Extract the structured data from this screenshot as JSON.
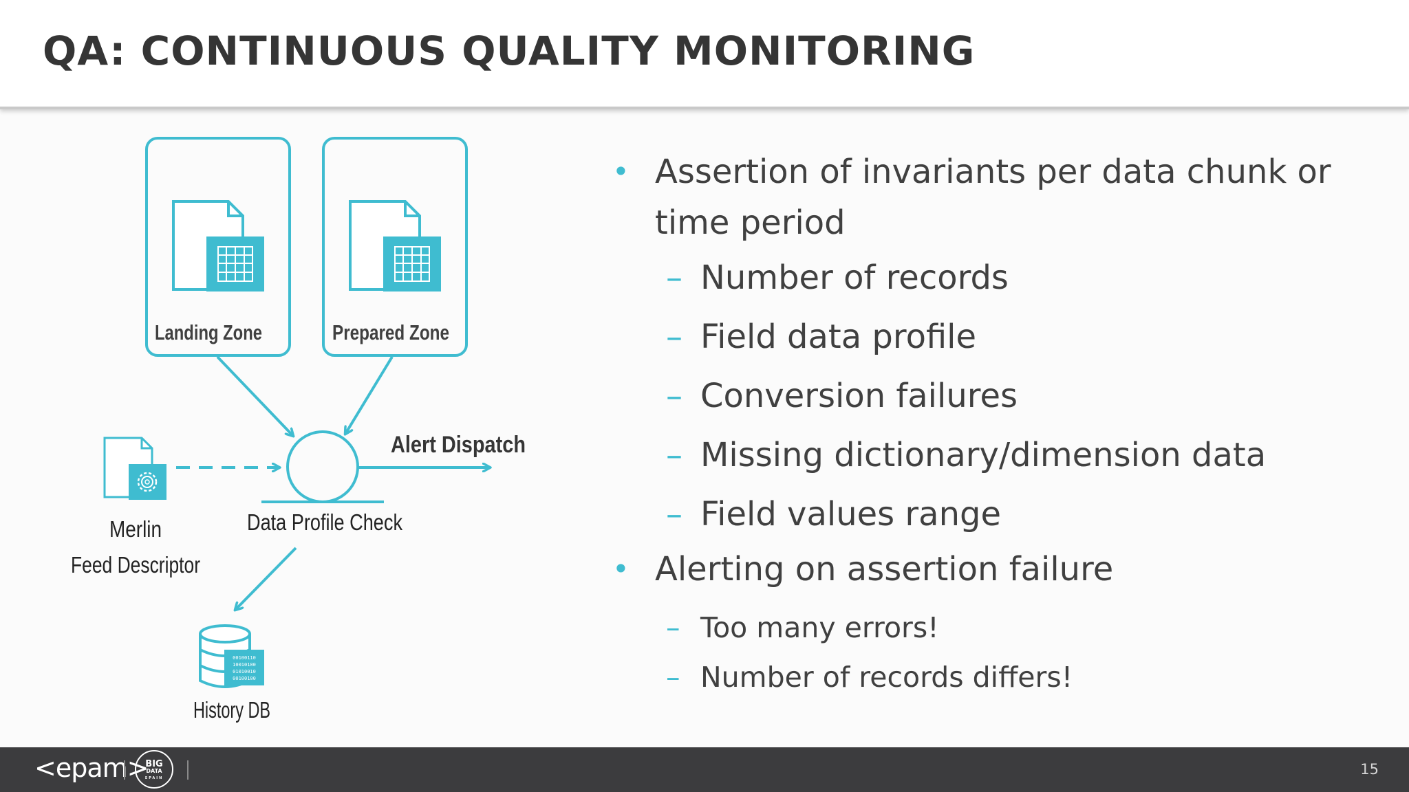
{
  "slide": {
    "title": "QA: CONTINUOUS QUALITY MONITORING",
    "page_number": "15"
  },
  "diagram": {
    "landing_zone": "Landing Zone",
    "prepared_zone": "Prepared Zone",
    "merlin_line1": "Merlin",
    "merlin_line2": "Feed Descriptor",
    "data_profile_check": "Data Profile Check",
    "alert_dispatch": "Alert Dispatch",
    "history_db": "History DB",
    "binary_lines": [
      "00100110",
      "10010100",
      "01010010",
      "00100100"
    ]
  },
  "bullets": [
    {
      "level": 1,
      "text": "Assertion of invariants per data chunk or time period",
      "line1": "Assertion of invariants per data chunk or",
      "line2": "time period"
    },
    {
      "level": 2,
      "text": "Number of records"
    },
    {
      "level": 2,
      "text": "Field data profile"
    },
    {
      "level": 2,
      "text": "Conversion failures"
    },
    {
      "level": 2,
      "text": "Missing dictionary/dimension data"
    },
    {
      "level": 2,
      "text": "Field values range"
    },
    {
      "level": 1,
      "text": "Alerting on assertion failure"
    },
    {
      "level": 3,
      "text": "Too many errors!"
    },
    {
      "level": 3,
      "text": "Number of records differs!"
    }
  ],
  "footer": {
    "logo": "<epam>",
    "bigdata_top": "BIG",
    "bigdata_mid": "DATA",
    "bigdata_bottom": "SPAIN"
  },
  "colors": {
    "accent": "#3fbcd0",
    "title_text": "#353535",
    "body_text": "#404040",
    "footer_bg": "#3c3c3e"
  }
}
